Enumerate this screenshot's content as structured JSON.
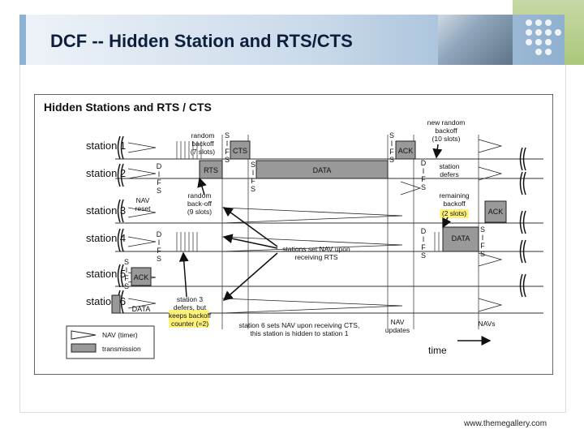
{
  "slide": {
    "title": "DCF -- Hidden Station and RTS/CTS",
    "footer_url": "www.themegallery.com"
  },
  "diagram": {
    "title": "Hidden Stations and RTS / CTS",
    "stations": [
      "station 1",
      "station 2",
      "station 3",
      "station 4",
      "station 5",
      "station 6"
    ],
    "sifs": [
      "S",
      "I",
      "F",
      "S"
    ],
    "difs": [
      "D",
      "I",
      "F",
      "S"
    ],
    "boxes": {
      "cts": "CTS",
      "rts": "RTS",
      "data": "DATA",
      "ack": "ACK",
      "ack5": "ACK",
      "data3": "DATA",
      "ack3": "ACK",
      "data6": "DATA"
    },
    "annotations": {
      "backoff7": [
        "random",
        "backoff",
        "(7 slots)"
      ],
      "nav_reset": [
        "NAV",
        "reset"
      ],
      "backoff9": [
        "random",
        "back-off",
        "(9 slots)"
      ],
      "new_backoff": [
        "new random",
        "backoff",
        "(10 slots)"
      ],
      "station_defers": [
        "station",
        "defers"
      ],
      "remaining": [
        "remaining",
        "backoff"
      ],
      "remaining_hl": "(2 slots)",
      "set_nav": [
        "stations set NAV upon",
        "receiving RTS"
      ],
      "st3_defers": [
        "station 3",
        "defers, but"
      ],
      "st3_hl": [
        "keeps backoff",
        "counter (=2)"
      ],
      "st6_nav": [
        "station 6 sets NAV upon receiving CTS,",
        "this station is hidden to station 1"
      ],
      "nav_updates": [
        "NAV",
        "updates"
      ],
      "navs": "NAVs",
      "time": "time"
    },
    "legend": {
      "nav": "NAV (timer)",
      "transmission": "transmission"
    },
    "colors": {
      "box": "#999999",
      "highlight": "#fff27a",
      "border": "#2a2a2a"
    }
  }
}
